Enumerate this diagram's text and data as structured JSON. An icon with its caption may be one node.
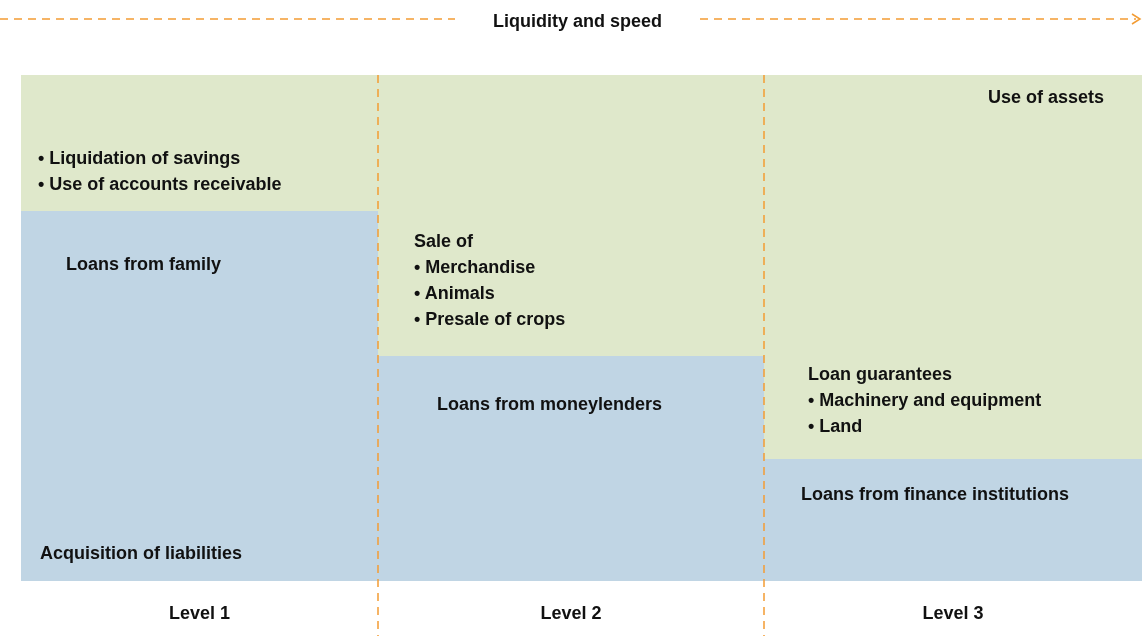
{
  "diagram": {
    "nodes": [
      {
        "text": [
          "• Liquidation of savings",
          "• Use of accounts receivable"
        ]
      },
      {
        "text": [
          "Loans from family"
        ]
      },
      {
        "text": [
          "Sale of",
          "• Merchandise",
          "• Animals",
          "• Presale of crops"
        ]
      },
      {
        "text": [
          "Loans from moneylenders"
        ]
      },
      {
        "text": [
          "Loan guarantees",
          "• Machinery and equipment",
          "• Land"
        ]
      },
      {
        "text": [
          "Loans from finance institutions"
        ]
      }
    ],
    "edges": [],
    "labels": [
      "Liquidity and speed",
      "Use of assets",
      "Acquisition of liabilities",
      "Level 1",
      "Level 2",
      "Level 3"
    ]
  }
}
